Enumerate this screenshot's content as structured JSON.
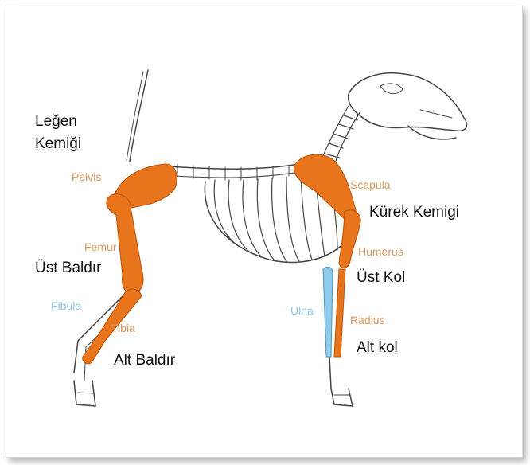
{
  "labels": {
    "legen_kemigi_1": "Leğen",
    "legen_kemigi_2": "Kemiği",
    "pelvis": "Pelvis",
    "femur": "Femur",
    "ust_baldir": "Üst Baldır",
    "fibula": "Fibula",
    "tibia": "Tibia",
    "alt_baldir": "Alt Baldır",
    "scapula": "Scapula",
    "kurek_kemigi": "Kürek Kemigi",
    "humerus": "Humerus",
    "ust_kol": "Üst Kol",
    "ulna": "Ulna",
    "radius": "Radius",
    "alt_kol": "Alt kol"
  },
  "colors": {
    "bone_highlight": "#e8751c",
    "ulna_highlight": "#8ecbea",
    "bone_outline": "#444444",
    "latin_label": "#dd9a60",
    "turkish_label": "#111111",
    "ulna_label": "#8cc6e8"
  }
}
